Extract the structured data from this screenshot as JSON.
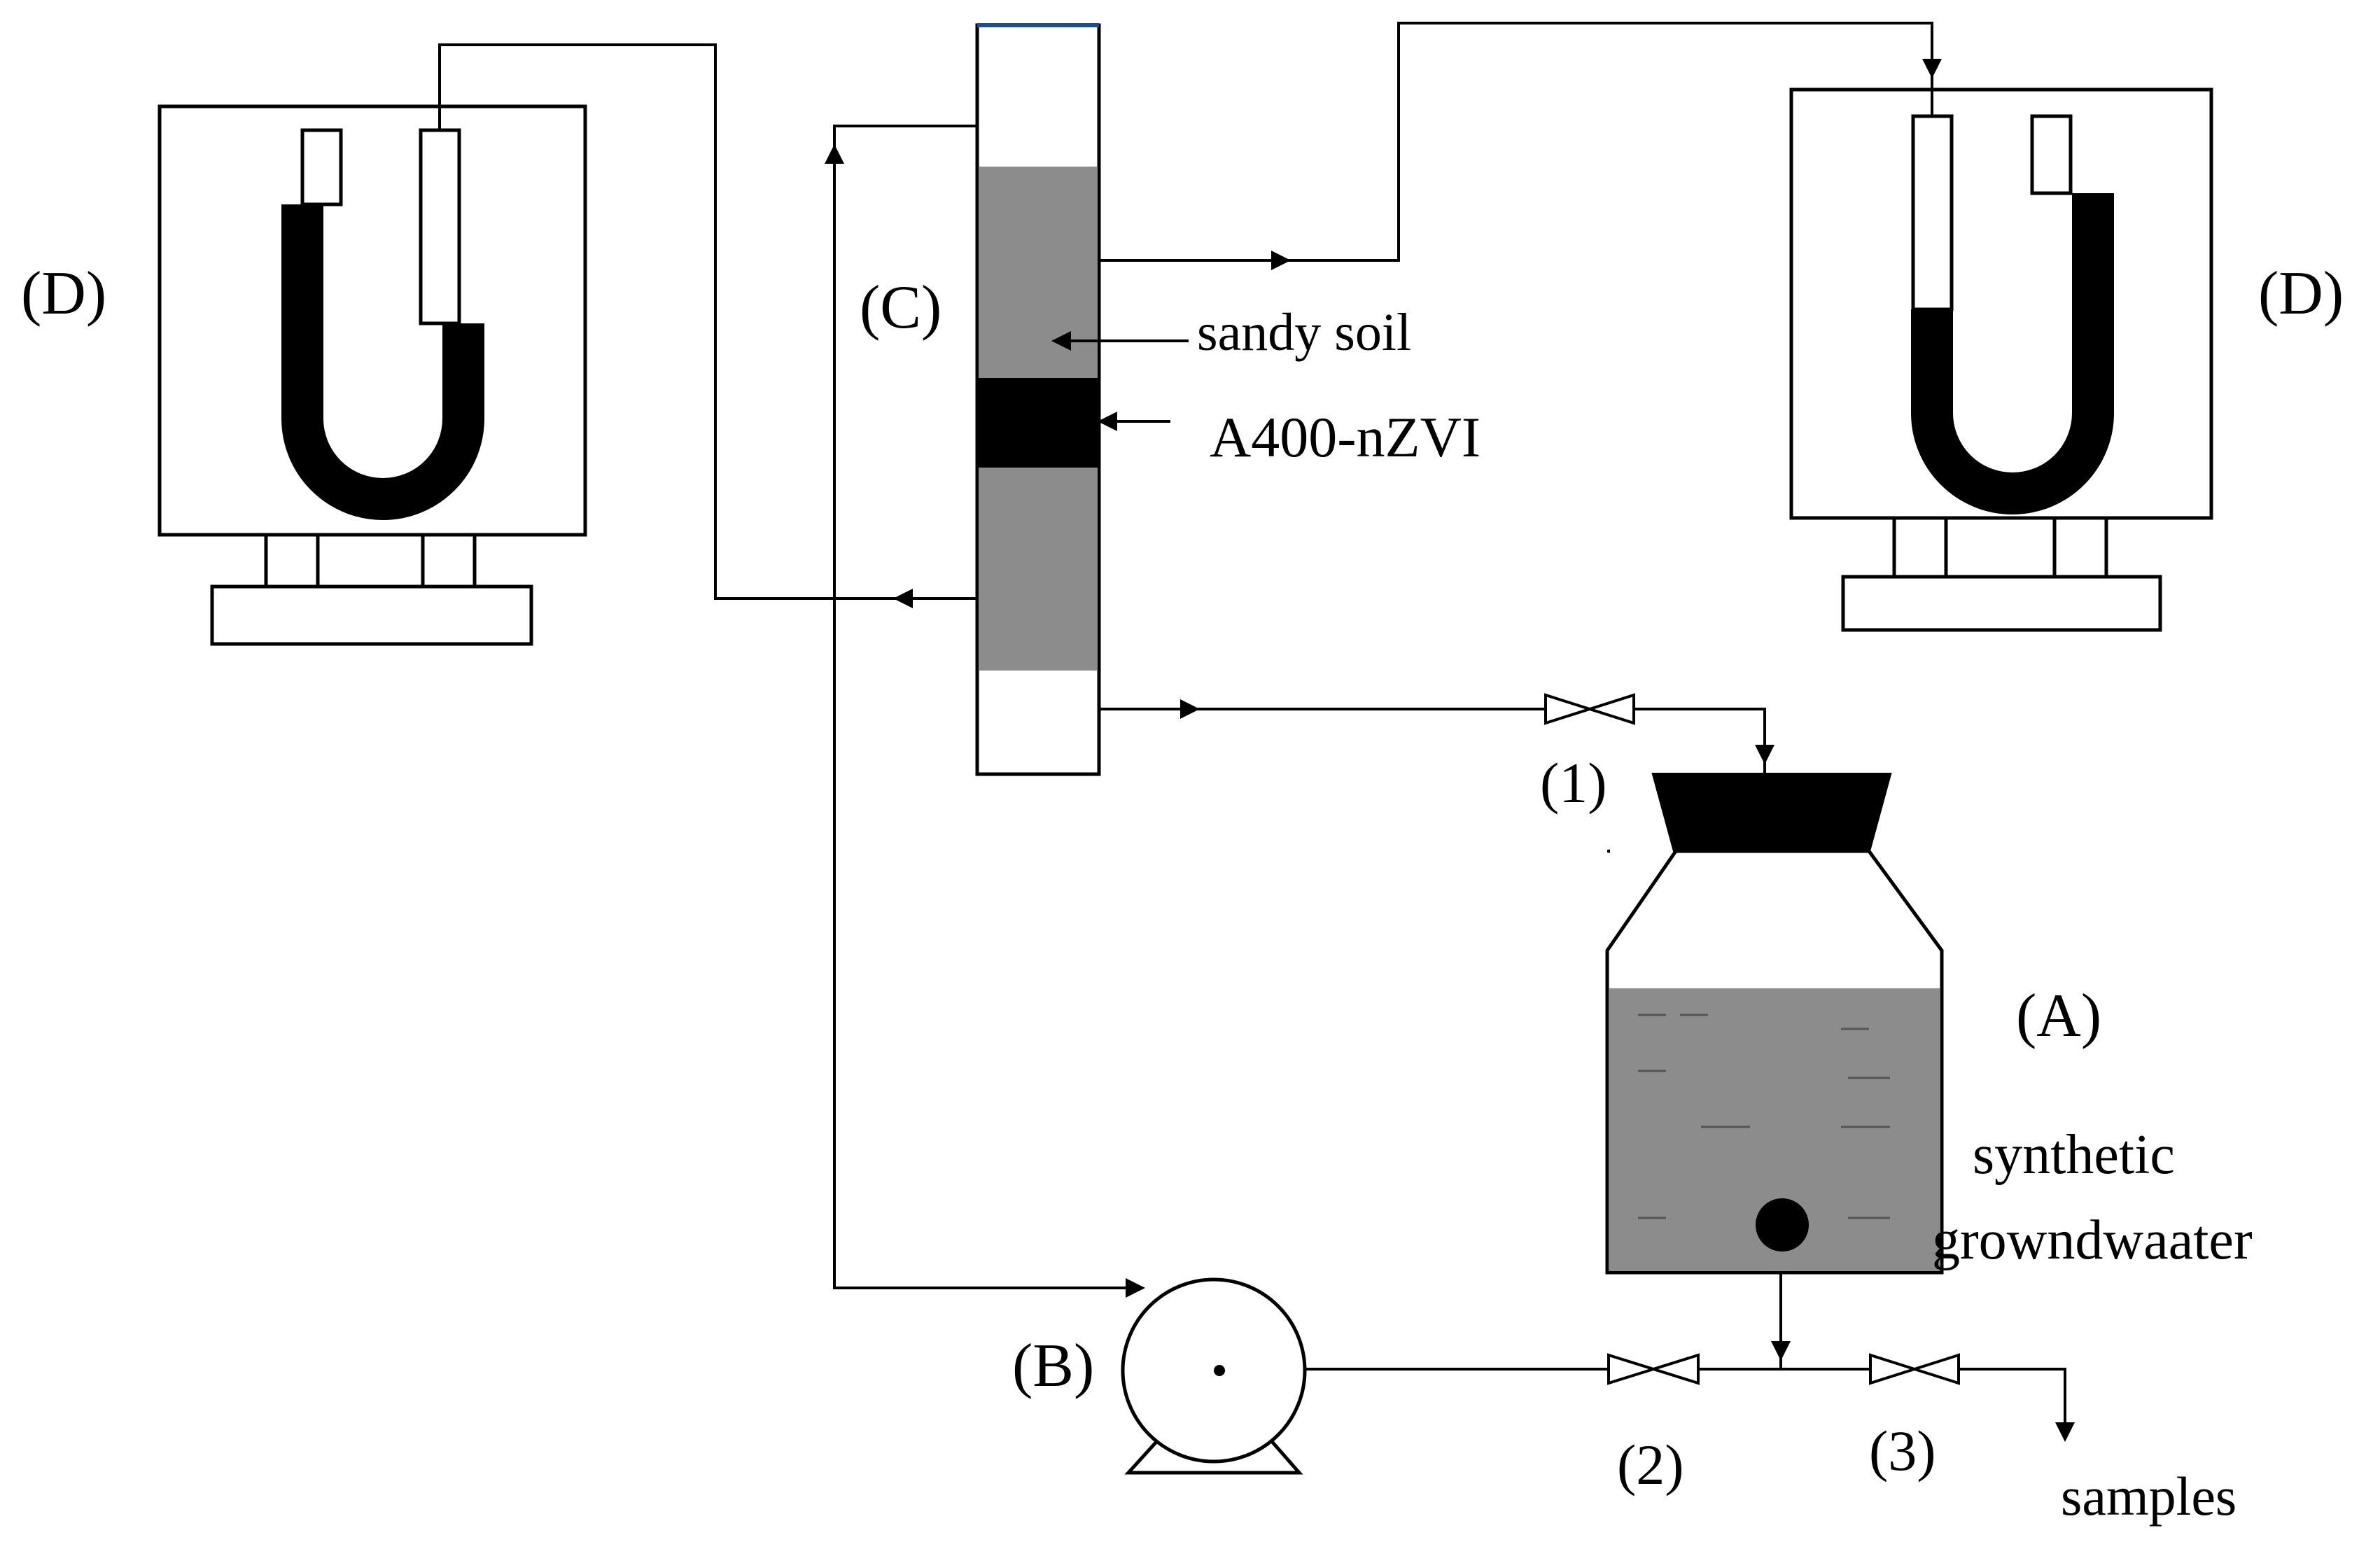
{
  "labels": {
    "manometer_left": "(D)",
    "manometer_right": "(D)",
    "column": "(C)",
    "reservoir": "(A)",
    "pump": "(B)",
    "valve_1": "(1)",
    "valve_2": "(2)",
    "valve_3": "(3)",
    "sandy_soil": "sandy soil",
    "nzvi": "A400-nZVI",
    "groundwater_line1": "synthetic",
    "groundwater_line2": "growndwaater",
    "samples": "samples"
  },
  "colors": {
    "line": "#000000",
    "soil": "#8c8c8c",
    "nzvi_layer": "#000000",
    "water": "#8c8c8c",
    "background": "#ffffff"
  },
  "icons": [
    "u-tube-manometer",
    "soil-column",
    "reservoir-bottle",
    "pump",
    "valve",
    "flow-arrow"
  ]
}
